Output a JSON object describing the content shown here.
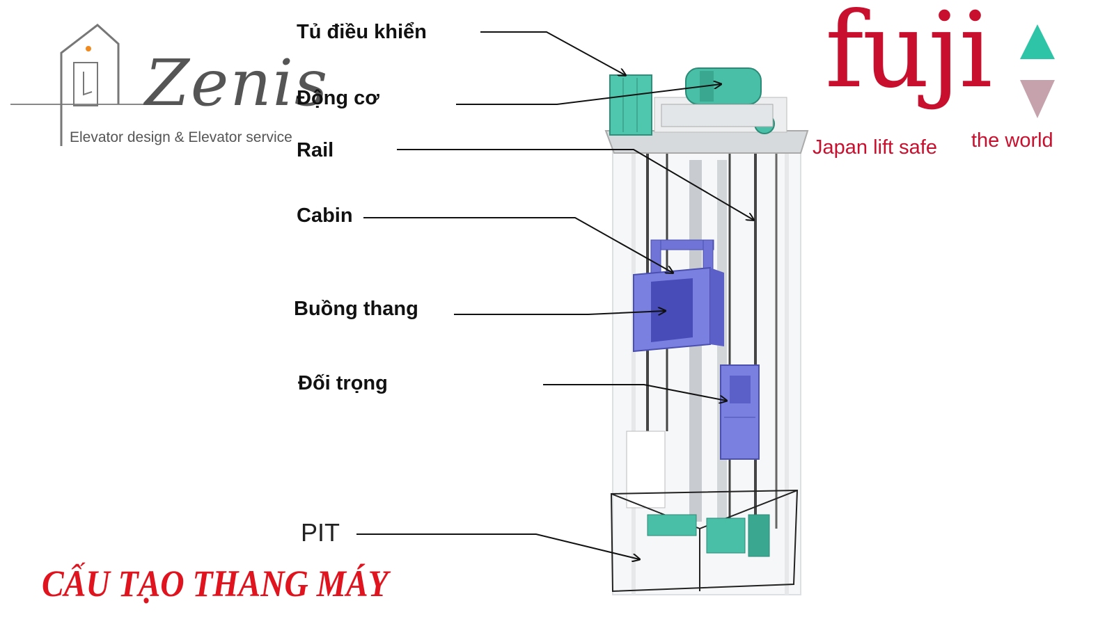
{
  "zenis_logo": {
    "name": "Zenis",
    "tagline": "Elevator design & Elevator service"
  },
  "fuji_logo": {
    "name": "fuji",
    "tagline_left": "Japan lift safe",
    "tagline_right": "the world"
  },
  "labels": {
    "control_cabinet": "Tủ điều khiển",
    "motor": "Động cơ",
    "rail": "Rail",
    "cabin": "Cabin",
    "car": "Buồng thang",
    "counterweight": "Đối trọng",
    "pit": "PIT"
  },
  "title": "CẤU TẠO THANG MÁY",
  "colors": {
    "title": "#e0141e",
    "brand_red": "#c8102e",
    "teal": "#3cc2a3",
    "cabin_blue": "#6f74d6"
  }
}
